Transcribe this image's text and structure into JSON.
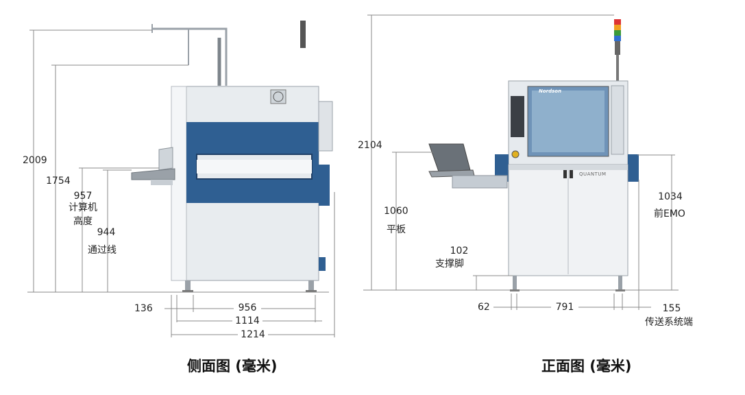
{
  "side_view": {
    "caption": "侧面图 (毫米)",
    "dims": {
      "overall_height": "2009",
      "top_height": "1754",
      "computer_height_value": "957",
      "computer_height_label_1": "计算机",
      "computer_height_label_2": "高度",
      "conveyor_height_value": "944",
      "conveyor_label": "通过线",
      "offset_136": "136",
      "width_956": "956",
      "width_1114": "1114",
      "width_1214": "1214"
    }
  },
  "front_view": {
    "caption": "正面图 (毫米)",
    "dims": {
      "overall_height": "2104",
      "tablet_height_value": "1060",
      "tablet_label": "平板",
      "foot_value": "102",
      "foot_label": "支撑脚",
      "emo_value": "1034",
      "emo_label": "前EMO",
      "offset_62": "62",
      "width_791": "791",
      "conveyor_end_value": "155",
      "conveyor_end_label": "传送系统端"
    },
    "brand_logo_text": "Nordson",
    "model_text": "QUANTUM"
  },
  "colors": {
    "machine_blue": "#2f5f92",
    "panel_light": "#e6eaee",
    "frame_grey": "#b9bfc6",
    "dim_line": "#888888"
  }
}
